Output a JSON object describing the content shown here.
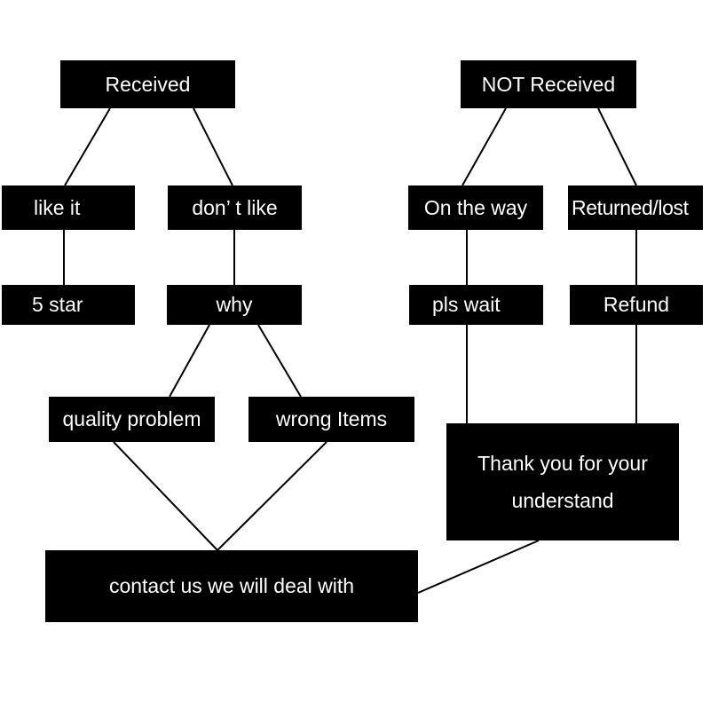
{
  "nodes": {
    "received": "Received",
    "not_received": "NOT Received",
    "like_it": "like it",
    "dont_like": "don’ t like",
    "on_the_way": "On the way",
    "returned_lost": "Returned/lost",
    "five_star": "5 star",
    "why": "why",
    "pls_wait": "pls wait",
    "refund": "Refund",
    "quality_problem": "quality problem",
    "wrong_items": "wrong Items",
    "thank_you": "Thank you for your understand",
    "contact_us": "contact us  we will deal with"
  },
  "colors": {
    "box_fill": "#000000",
    "box_text": "#ffffff",
    "background": "#ffffff",
    "connector": "#000000"
  }
}
